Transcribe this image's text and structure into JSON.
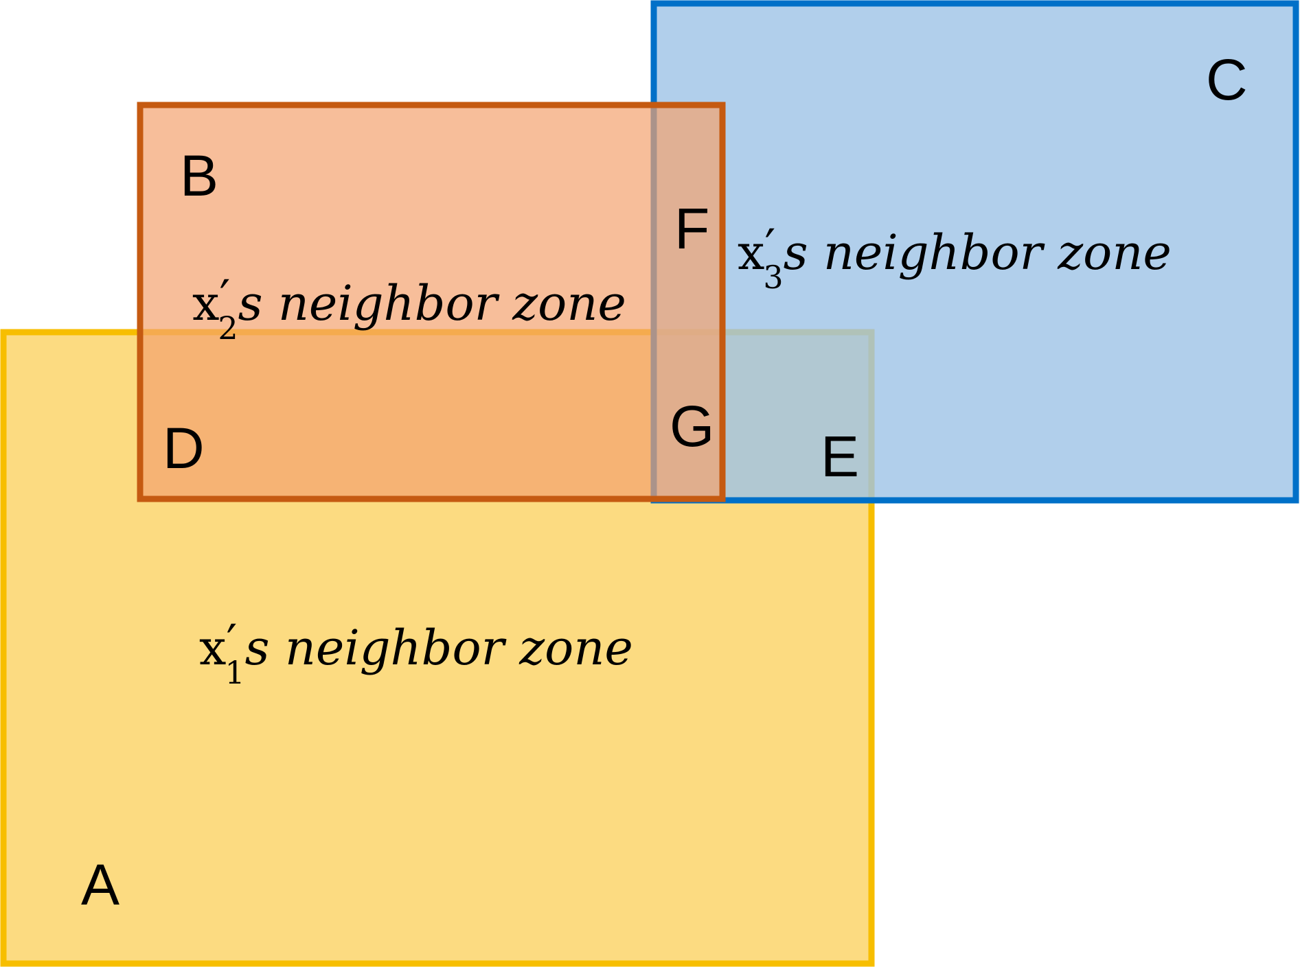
{
  "diagram": {
    "zones": [
      {
        "id": "A",
        "fill": "#FCD97A",
        "stroke": "#F7BE00",
        "fill_opacity": 0.95
      },
      {
        "id": "C",
        "fill": "#9EC3E6",
        "stroke": "#0070C8",
        "fill_opacity": 0.8
      },
      {
        "id": "B",
        "fill": "#F3A26F",
        "stroke": "#C55A11",
        "fill_opacity": 0.7
      }
    ],
    "region_labels": {
      "A": "A",
      "B": "B",
      "C": "C",
      "D": "D",
      "E": "E",
      "F": "F",
      "G": "G"
    },
    "zone_labels": {
      "x1": {
        "var": "x",
        "prime": "′",
        "sub": "1",
        "rest": "s neighbor zone"
      },
      "x2": {
        "var": "x",
        "prime": "′",
        "sub": "2",
        "rest": "s neighbor zone"
      },
      "x3": {
        "var": "x",
        "prime": "′",
        "sub": "3",
        "rest": "s neighbor zone"
      }
    }
  }
}
